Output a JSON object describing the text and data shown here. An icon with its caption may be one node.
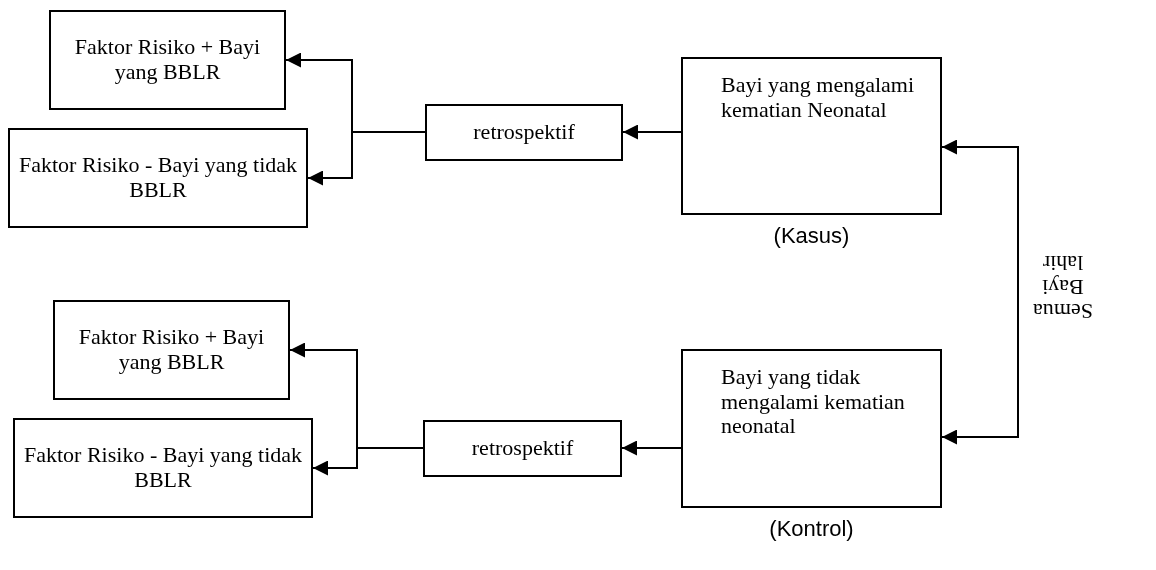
{
  "diagram": {
    "nodes": [
      {
        "text": [
          "Faktor Risiko + Bayi yang BBLR"
        ]
      },
      {
        "text": [
          "Faktor Risiko - Bayi yang tidak BBLR"
        ]
      },
      {
        "text": [
          "retrospektif"
        ]
      },
      {
        "text": [
          "Bayi yang mengalami kematian Neonatal"
        ],
        "beside": [
          "(Kasus)"
        ]
      },
      {
        "text": [
          "Faktor Risiko + Bayi yang BBLR"
        ]
      },
      {
        "text": [
          "Faktor Risiko - Bayi yang tidak BBLR"
        ]
      },
      {
        "text": [
          "retrospektif"
        ]
      },
      {
        "text": [
          "Bayi yang tidak mengalami kematian neonatal"
        ],
        "beside": [
          "(Kontrol)"
        ]
      }
    ],
    "edges": [
      {
        "from": 3,
        "to": 2,
        "arrow": "to"
      },
      {
        "from": 2,
        "to": 0,
        "arrow": "to"
      },
      {
        "from": 2,
        "to": 1,
        "arrow": "to"
      },
      {
        "from": 7,
        "to": 6,
        "arrow": "to"
      },
      {
        "from": 6,
        "to": 4,
        "arrow": "to"
      },
      {
        "from": 6,
        "to": 5,
        "arrow": "to"
      },
      {
        "from": 3,
        "to": 7,
        "arrow": "both",
        "label": "Semua Bayi lahir"
      }
    ]
  }
}
